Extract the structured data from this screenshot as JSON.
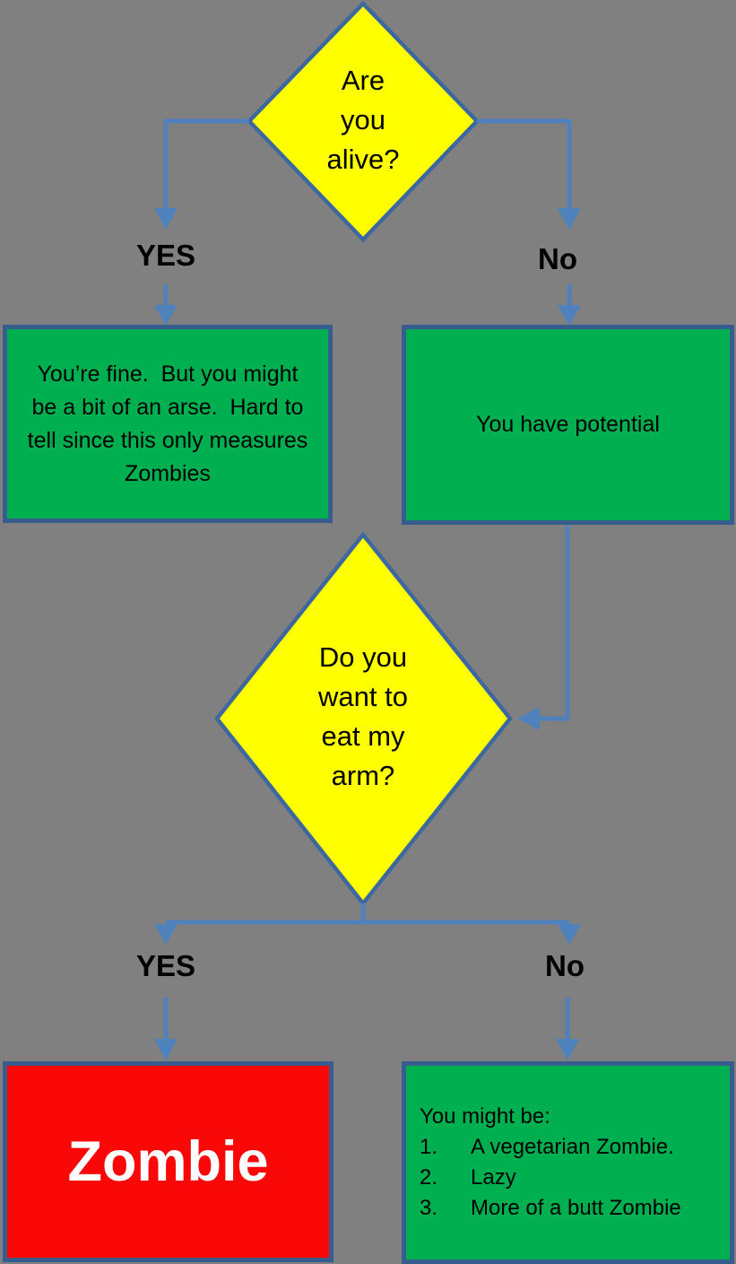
{
  "flowchart": {
    "decisions": {
      "alive": {
        "text": "Are\nyou\nalive?"
      },
      "eat_arm": {
        "text": "Do you\nwant to\neat my\narm?"
      }
    },
    "branch_labels": {
      "alive_yes": "YES",
      "alive_no": "No",
      "eat_arm_yes": "YES",
      "eat_arm_no": "No"
    },
    "outcomes": {
      "fine": {
        "text": "You’re fine.  But you might\nbe a bit of an arse.  Hard to\ntell since this only measures\nZombies"
      },
      "potential": {
        "text": "You have potential"
      },
      "zombie": {
        "text": "Zombie"
      },
      "might_be": {
        "header": "You might be:",
        "items": [
          {
            "number": "1.",
            "text": "A vegetarian Zombie."
          },
          {
            "number": "2.",
            "text": "Lazy"
          },
          {
            "number": "3.",
            "text": "More of a butt Zombie"
          }
        ]
      }
    },
    "colors": {
      "background": "#808080",
      "decision_fill": "#FFFF00",
      "decision_border": "#3D689F",
      "outcome_fill": "#00B050",
      "zombie_fill": "#FA0707",
      "box_border": "#365D8D",
      "connector": "#4F81BD",
      "decision_text": "#000000",
      "outcome_text": "#000000",
      "zombie_text": "#FFFFFF"
    }
  }
}
